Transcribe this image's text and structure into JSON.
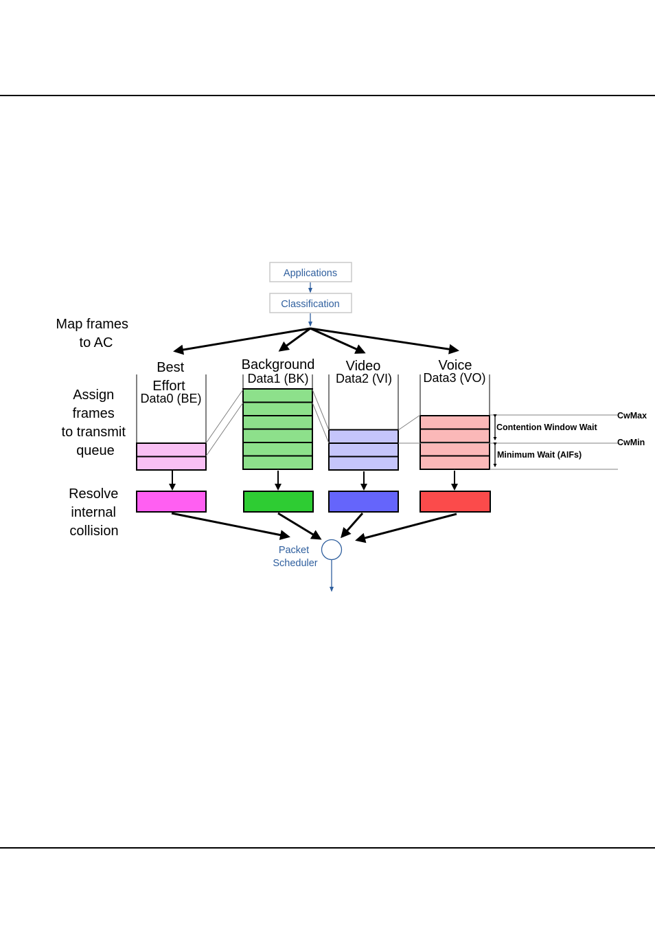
{
  "flow": {
    "applications": "Applications",
    "classification": "Classification",
    "packet_scheduler": [
      "Packet",
      "Scheduler"
    ]
  },
  "stages": {
    "map": [
      "Map frames",
      "to AC"
    ],
    "assign": [
      "Assign",
      "frames",
      "to transmit",
      "queue"
    ],
    "resolve": [
      "Resolve",
      "internal",
      "collision"
    ]
  },
  "categories": [
    {
      "name": [
        "Best",
        "Effort"
      ],
      "queue": "Data0 (BE)",
      "slots": 2,
      "queue_color": "#f9c0f4",
      "collision_color": "#ff5ff2"
    },
    {
      "name": [
        "Background"
      ],
      "queue": "Data1 (BK)",
      "slots": 6,
      "queue_color": "#8de08b",
      "collision_color": "#2ecc33"
    },
    {
      "name": [
        "Video"
      ],
      "queue": "Data2 (VI)",
      "slots": 3,
      "queue_color": "#c5c5fb",
      "collision_color": "#6565fb"
    },
    {
      "name": [
        "Voice"
      ],
      "queue": "Data3 (VO)",
      "slots": 4,
      "queue_color": "#fbb8b8",
      "collision_color": "#fb4b4b"
    }
  ],
  "annotations": {
    "cwmax": "CwMax",
    "cwmin": "CwMin",
    "contention_window": "Contention Window Wait",
    "minimum_wait": "Minimum Wait (AIFs)"
  },
  "colors": {
    "flow": "#2f5f9e",
    "flow_box_border": "#c8c8c8"
  }
}
